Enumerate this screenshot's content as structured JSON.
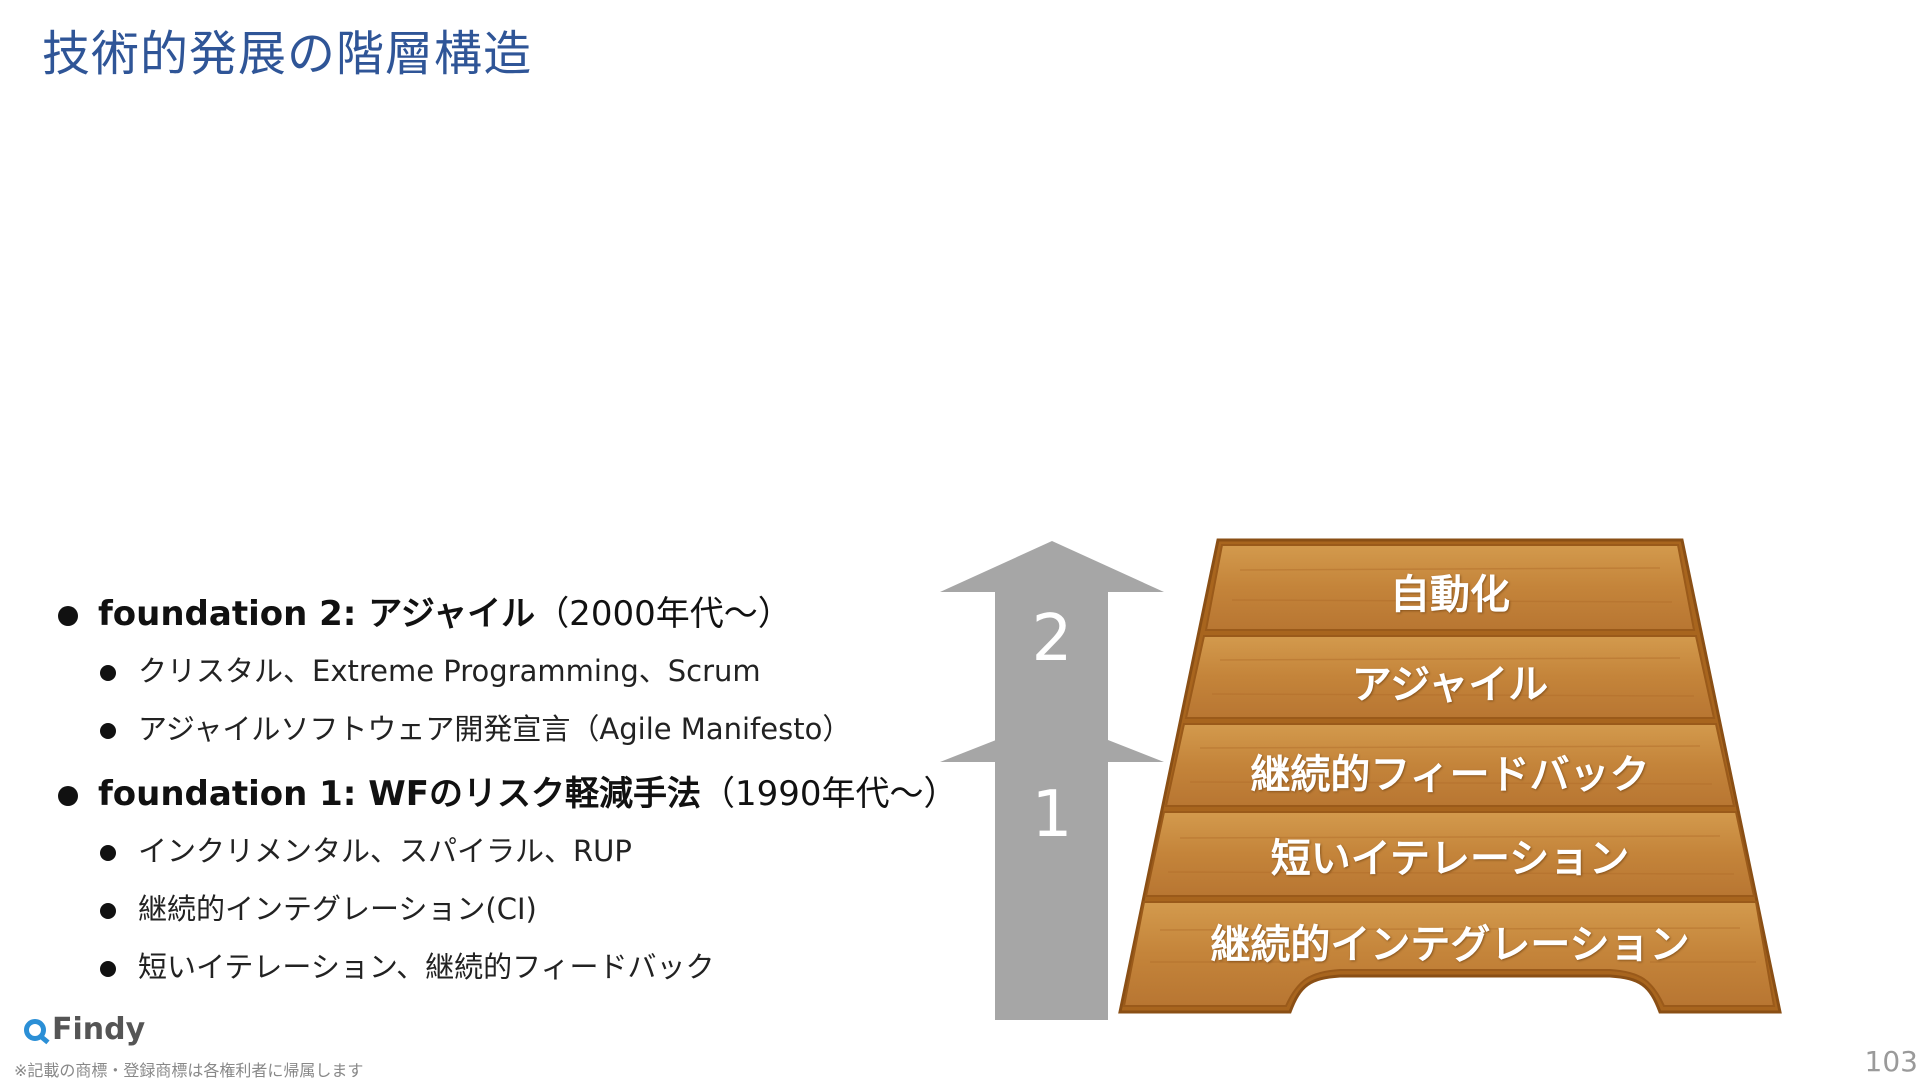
{
  "title": "技術的発展の階層構造",
  "bullets": [
    {
      "level": 1,
      "bold": "foundation 2: アジャイル",
      "rest": "（2000年代～）"
    },
    {
      "level": 2,
      "text": "クリスタル、Extreme Programming、Scrum"
    },
    {
      "level": 2,
      "text": "アジャイルソフトウェア開発宣言（Agile Manifesto）"
    },
    {
      "level": 1,
      "bold": "foundation 1: WFのリスク軽減手法",
      "rest": "（1990年代～）"
    },
    {
      "level": 2,
      "text": "インクリメンタル、スパイラル、RUP"
    },
    {
      "level": 2,
      "text": "継続的インテグレーション(CI)"
    },
    {
      "level": 2,
      "text": "短いイテレーション、継続的フィードバック"
    }
  ],
  "arrows": {
    "arrow2": "2",
    "arrow1": "1",
    "color": "#a6a6a6"
  },
  "stack": {
    "steps": [
      "自動化",
      "アジャイル",
      "継続的フィードバック",
      "短いイテレーション",
      "継続的インテグレーション"
    ],
    "wood_color": "#c98a3d",
    "edge_color": "#a8651e"
  },
  "logo": {
    "text": "Findy",
    "icon": "findy-logo-icon",
    "color": "#2b8fd6"
  },
  "footnote": "※記載の商標・登録商標は各権利者に帰属します",
  "page_number": "103"
}
